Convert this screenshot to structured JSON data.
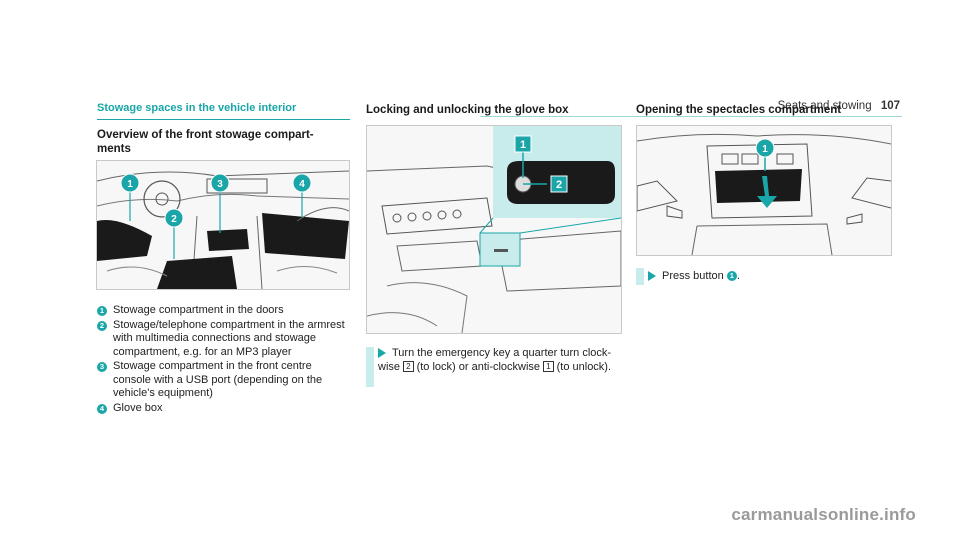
{
  "header": {
    "section": "Seats and stowing",
    "page": "107"
  },
  "col1": {
    "title": "Stowage spaces in the vehicle interior",
    "subtitle": "Overview of the front stowage compart-\nments",
    "legend": [
      {
        "n": "1",
        "text": "Stowage compartment in the doors"
      },
      {
        "n": "2",
        "text": "Stowage/telephone compartment in the armrest with multimedia connections and stowage compartment, e.g. for an MP3 player"
      },
      {
        "n": "3",
        "text": "Stowage compartment in the front centre console with a USB port (depending on the vehicle's equipment)"
      },
      {
        "n": "4",
        "text": "Glove box"
      }
    ],
    "callouts": [
      "1",
      "2",
      "3",
      "4"
    ]
  },
  "col2": {
    "title": "Locking and unlocking the glove box",
    "step_part1": "Turn the emergency key a quarter turn clock-wise ",
    "key2": "2",
    "step_part2": " (to lock) or anti-clockwise ",
    "key1": "1",
    "step_part3": " (to unlock).",
    "callouts": [
      "1",
      "2"
    ]
  },
  "col3": {
    "title": "Opening the spectacles compartment",
    "step_prefix": "Press button ",
    "step_num": "1",
    "step_suffix": ".",
    "callouts": [
      "1"
    ]
  },
  "watermark": "carmanualsonline.info",
  "colors": {
    "accent": "#1aa6a8",
    "accent_light": "#c8ecec"
  }
}
